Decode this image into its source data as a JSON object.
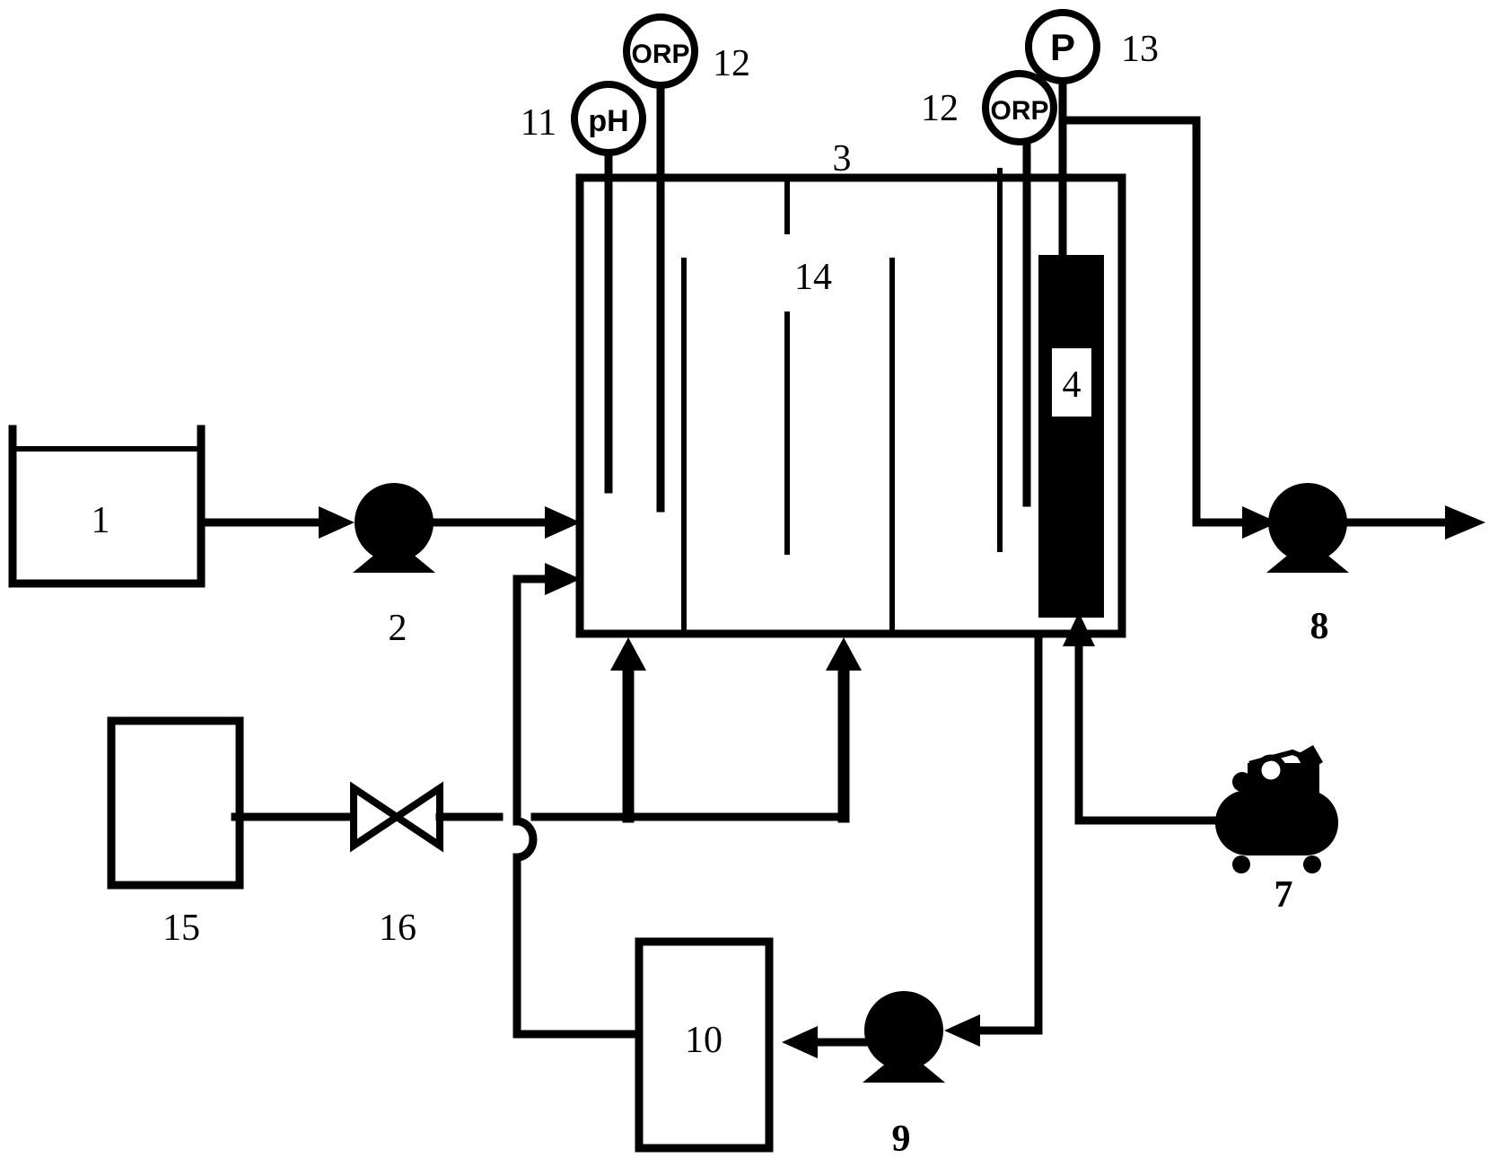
{
  "labels": {
    "tank": "1",
    "feed_pump": "2",
    "reactor": "3",
    "membrane": "4",
    "air_compressor": "7",
    "effluent_pump": "8",
    "recycle_pump": "9",
    "sludge_unit": "10",
    "ph_meter": "11",
    "orp_meter_left": "12",
    "orp_meter_right": "12",
    "pressure_gauge": "13",
    "baffle": "14",
    "gas_tank": "15",
    "valve": "16"
  },
  "gauges": {
    "ph": "pH",
    "orp_left": "ORP",
    "orp_right": "ORP",
    "pressure": "P"
  }
}
